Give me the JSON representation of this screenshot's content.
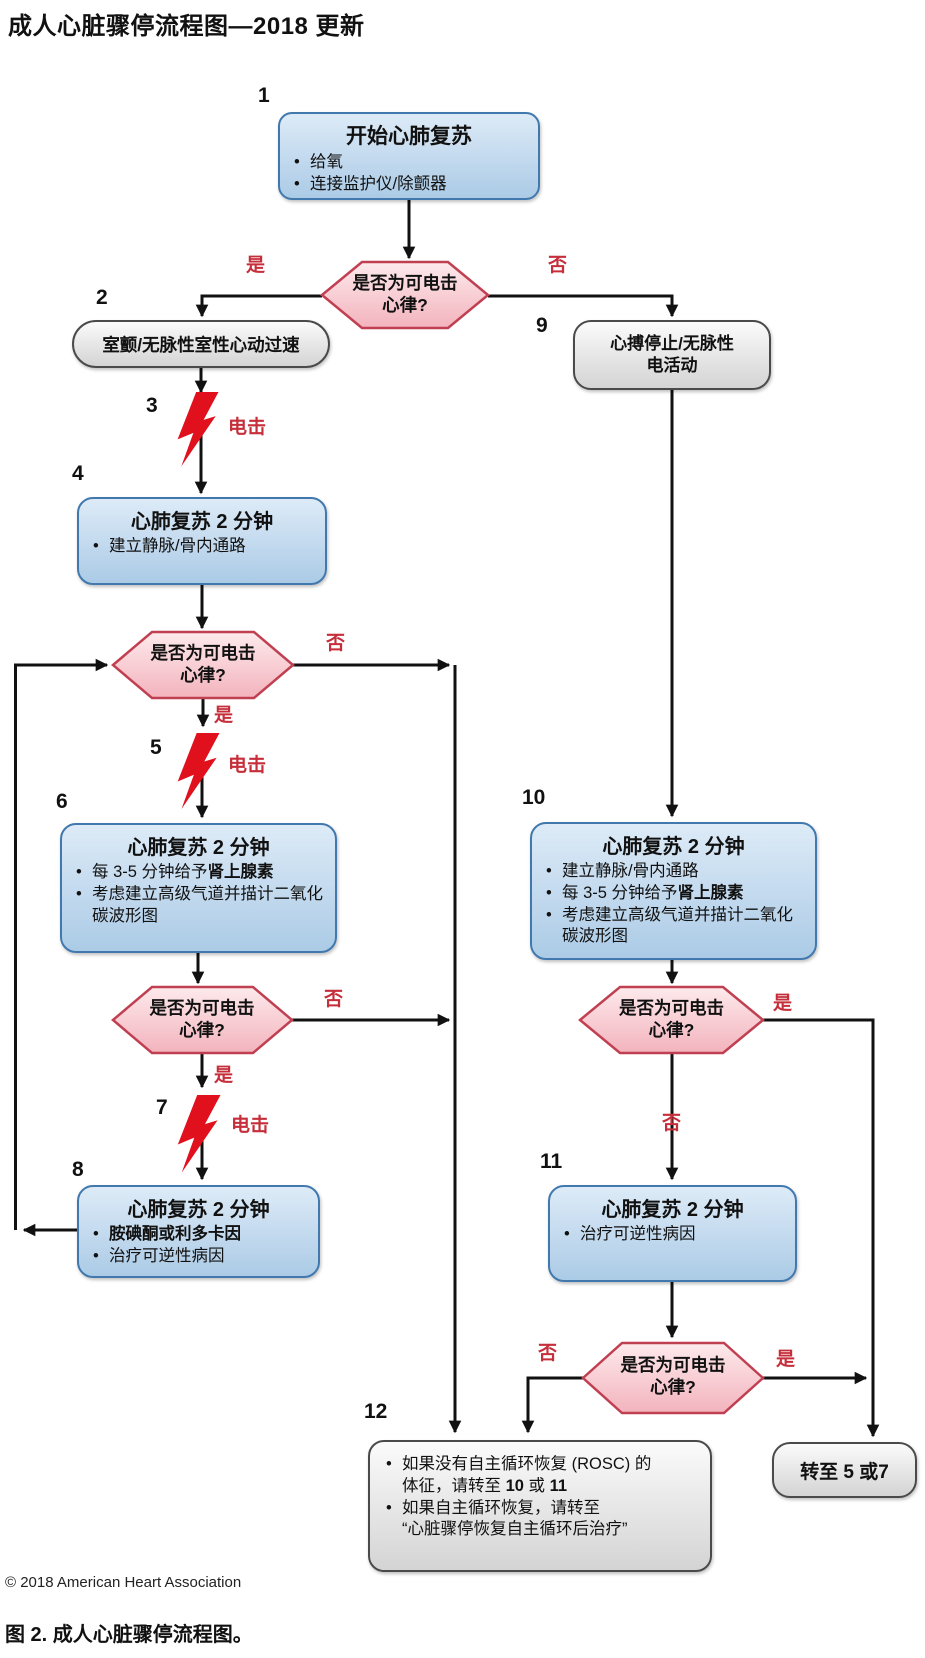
{
  "title": "成人心脏骤停流程图—2018 更新",
  "glyphs": {
    "bullet": "•"
  },
  "labels": {
    "yes": "是",
    "no": "否",
    "shock": "电击",
    "q1": "是否为可电击",
    "q2": "心律?"
  },
  "numbers": {
    "n1": "1",
    "n2": "2",
    "n3": "3",
    "n4": "4",
    "n5": "5",
    "n6": "6",
    "n7": "7",
    "n8": "8",
    "n9": "9",
    "n10": "10",
    "n11": "11",
    "n12": "12"
  },
  "boxes": {
    "box1": {
      "title": "开始心肺复苏",
      "b1": "给氧",
      "b2": "连接监护仪/除颤器"
    },
    "box2": {
      "text": "室颤/无脉性室性心动过速"
    },
    "box4": {
      "title": "心肺复苏 2 分钟",
      "b1": "建立静脉/骨内通路"
    },
    "box6": {
      "title": "心肺复苏 2 分钟",
      "b1_pre": "每 3-5 分钟给予",
      "b1_bold": "肾上腺素",
      "b2": "考虑建立高级气道并描计二氧化碳波形图"
    },
    "box8": {
      "title": "心肺复苏 2 分钟",
      "b1_bold": "胺碘酮或利多卡因",
      "b2": "治疗可逆性病因"
    },
    "box9": {
      "line1": "心搏停止/无脉性",
      "line2": "电活动"
    },
    "box10": {
      "title": "心肺复苏 2 分钟",
      "b1": "建立静脉/骨内通路",
      "b2_pre": "每 3-5 分钟给予",
      "b2_bold": "肾上腺素",
      "b3": "考虑建立高级气道并描计二氧化碳波形图"
    },
    "box11": {
      "title": "心肺复苏 2 分钟",
      "b1": "治疗可逆性病因"
    },
    "box12": {
      "b1_l1": "如果没有自主循环恢复 (ROSC) 的",
      "b1_l2_pre": "体征，请转至 ",
      "b1_n1": "10",
      "b1_mid": " 或 ",
      "b1_n2": "11",
      "b2_l1": "如果自主循环恢复，请转至",
      "b2_l2": "“心脏骤停恢复自主循环后治疗”"
    },
    "goto": {
      "text": "转至 5 或7"
    }
  },
  "footer": {
    "copyright": "© 2018 American Heart Association",
    "caption": "图 2. 成人心脏骤停流程图。"
  },
  "colors": {
    "blue_box_border": "#4178ad",
    "blue_box_fill": "#c9def0",
    "gray_box_border": "#4a4a4a",
    "hex_border": "#c04052",
    "hex_fill": "#f6c3cb",
    "red_label": "#c52e3a",
    "bolt_red": "#e0101c",
    "line_black": "#111111"
  }
}
